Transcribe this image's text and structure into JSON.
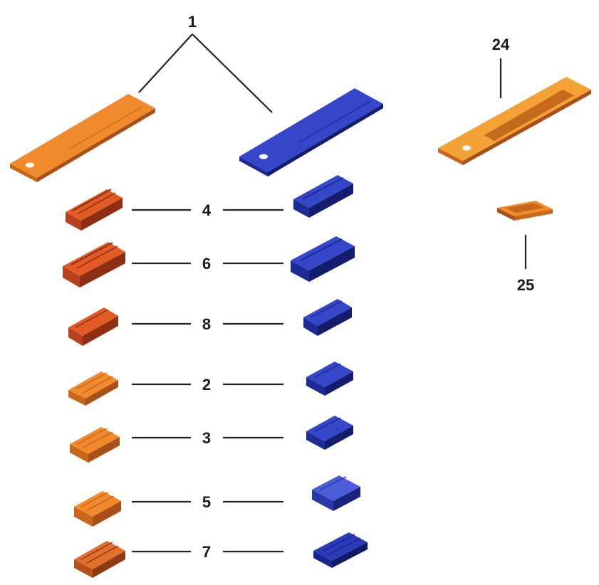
{
  "labels": {
    "top": "1",
    "strip_right": "24",
    "clip_right": "25",
    "row_4": "4",
    "row_6": "6",
    "row_8": "8",
    "row_2": "2",
    "row_3": "3",
    "row_5": "5",
    "row_7": "7"
  },
  "colors": {
    "orange_top": "#f08a2c",
    "orange_front": "#c9661a",
    "orange_side": "#a8501a",
    "red_top": "#e25a24",
    "red_front": "#b8401c",
    "red_side": "#8e2f14",
    "blue_top": "#3547c8",
    "blue_front": "#1e2a96",
    "blue_side": "#141c6e",
    "gold_top": "#f3a235",
    "gold_stripe": "#c56a1c",
    "leader": "#222222"
  }
}
